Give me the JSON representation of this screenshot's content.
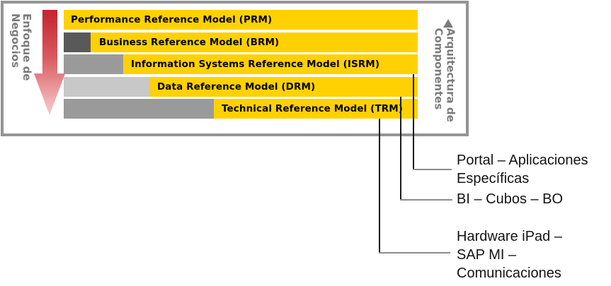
{
  "diagram": {
    "title_hint": "Federal Enterprise Architecture reference models",
    "bar_color": "#ffd102",
    "frame_border_color": "#949494",
    "left_axis": {
      "line1": "Enfoque de",
      "line2": "Negocios",
      "icon": "down-arrow",
      "text_color": "#7c7c7c",
      "arrow_gradient_top": "#c4242c",
      "arrow_gradient_bottom": "#f8ccce"
    },
    "right_axis": {
      "line1": "Arquitectura de",
      "line2": "Componentes",
      "icon": "up-arrow",
      "text_color": "#7c7c7c"
    },
    "bars": [
      {
        "label": "Performance Reference Model (PRM)",
        "lead_width": 0,
        "lead_color": null,
        "label_offset": 10
      },
      {
        "label": "Business Reference Model (BRM)",
        "lead_width": 38,
        "lead_color": "#595959",
        "label_offset": 50
      },
      {
        "label": "Information Systems Reference Model (ISRM)",
        "lead_width": 84,
        "lead_color": "#9a9a9a",
        "label_offset": 95
      },
      {
        "label": "Data Reference Model (DRM)",
        "lead_width": 122,
        "lead_color": "#c8c8c8",
        "label_offset": 132
      },
      {
        "label": "Technical Reference Model (TRM)",
        "lead_width": 212,
        "lead_color": "#9a9a9a",
        "label_offset": 223
      }
    ]
  },
  "annotations": [
    {
      "source": "ISRM",
      "lines": [
        "Portal – Aplicaciones",
        "Específicas"
      ]
    },
    {
      "source": "DRM",
      "lines": [
        "BI – Cubos – BO"
      ]
    },
    {
      "source": "TRM",
      "lines": [
        "Hardware iPad –",
        "SAP MI –",
        "Comunicaciones"
      ]
    }
  ]
}
